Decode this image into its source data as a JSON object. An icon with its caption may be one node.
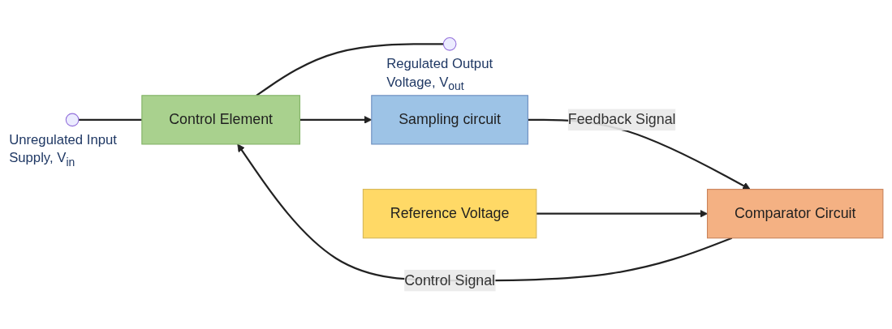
{
  "diagram": {
    "nodes": [
      {
        "text": [],
        "shape": "circle",
        "beside": [
          "Unregulated Input Supply, V$_{in}$"
        ]
      },
      {
        "text": [
          "Control Element"
        ]
      },
      {
        "text": [],
        "shape": "circle",
        "beside": [
          "Regulated Output Voltage, V$_{out}$"
        ]
      },
      {
        "text": [
          "Sampling circuit"
        ]
      },
      {
        "text": [
          "Reference Voltage"
        ]
      },
      {
        "text": [
          "Comparator Circuit"
        ]
      }
    ],
    "edges": [
      {
        "from": 0,
        "to": 1,
        "arrow": "none"
      },
      {
        "from": 1,
        "to": 2,
        "arrow": "none"
      },
      {
        "from": 1,
        "to": 3,
        "arrow": "to"
      },
      {
        "from": 3,
        "to": 5,
        "arrow": "to",
        "label": "Feedback Signal"
      },
      {
        "from": 4,
        "to": 5,
        "arrow": "to"
      },
      {
        "from": 5,
        "to": 1,
        "arrow": "to",
        "label": "Control Signal"
      }
    ]
  }
}
